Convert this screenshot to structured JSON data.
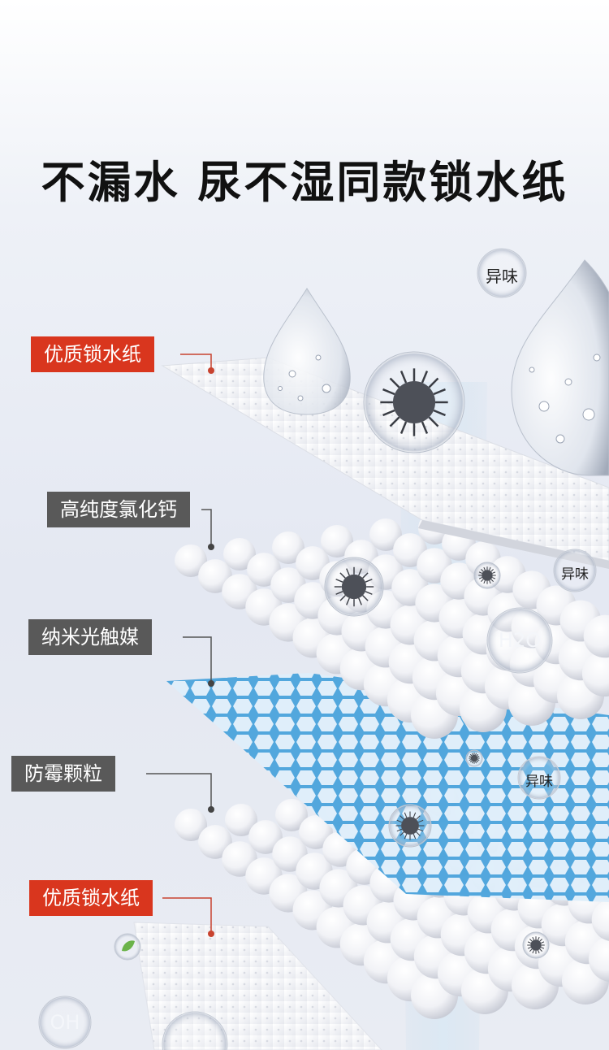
{
  "headline": "不漏水 尿不湿同款锁水纸",
  "layers": [
    {
      "label": "优质锁水纸",
      "style": "red"
    },
    {
      "label": "高纯度氯化钙",
      "style": "gray"
    },
    {
      "label": "纳米光触媒",
      "style": "gray"
    },
    {
      "label": "防霉颗粒",
      "style": "gray"
    },
    {
      "label": "优质锁水纸",
      "style": "red"
    }
  ],
  "bubbles": {
    "odor_top": "异味",
    "odor_mid": "异味",
    "odor_low": "异味",
    "h2o": "H2O",
    "oh": "OH"
  },
  "colors": {
    "tag_red": "#d9361e",
    "tag_gray": "#595959",
    "honeycomb": "#4aa3dc"
  }
}
